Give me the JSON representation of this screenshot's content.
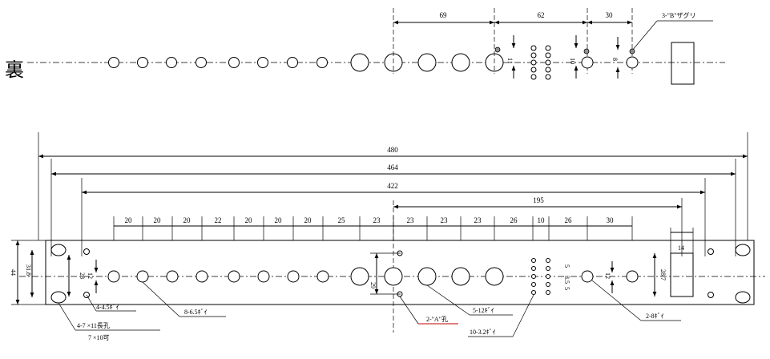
{
  "back_view_label": "裏",
  "top_dims": {
    "d69": "69",
    "d62": "62",
    "d30": "30",
    "callout_B": "3-\"B\"ザグリ",
    "v11": "11",
    "v10": "10",
    "v8": "8"
  },
  "overall_dims": {
    "d480": "480",
    "d464": "464",
    "d422": "422",
    "d195": "195"
  },
  "spacing_dims": [
    "20",
    "20",
    "20",
    "22",
    "20",
    "20",
    "20",
    "25",
    "23",
    "23",
    "23",
    "23",
    "26",
    "10",
    "26",
    "30"
  ],
  "side_dims": {
    "h44": "44",
    "h31_8": "31.8",
    "h28": "28",
    "h29": "29",
    "v12a": "12",
    "v12b": "12",
    "h28_7": "28.7",
    "w14": "14"
  },
  "small_hole_dims": [
    "5",
    "3.5",
    "5"
  ],
  "callouts": {
    "c1": "4-4.5ｷﾞｲ",
    "c2": "4-7 ×11長孔",
    "c3": "7 ×10可",
    "c4": "8-6.5ｷﾞｲ",
    "c5": "2-\"A\"孔",
    "c6": "5-12ｷﾞｲ",
    "c7": "10-3.2ｷﾞｲ",
    "c8": "2-8ｷﾞｲ"
  }
}
